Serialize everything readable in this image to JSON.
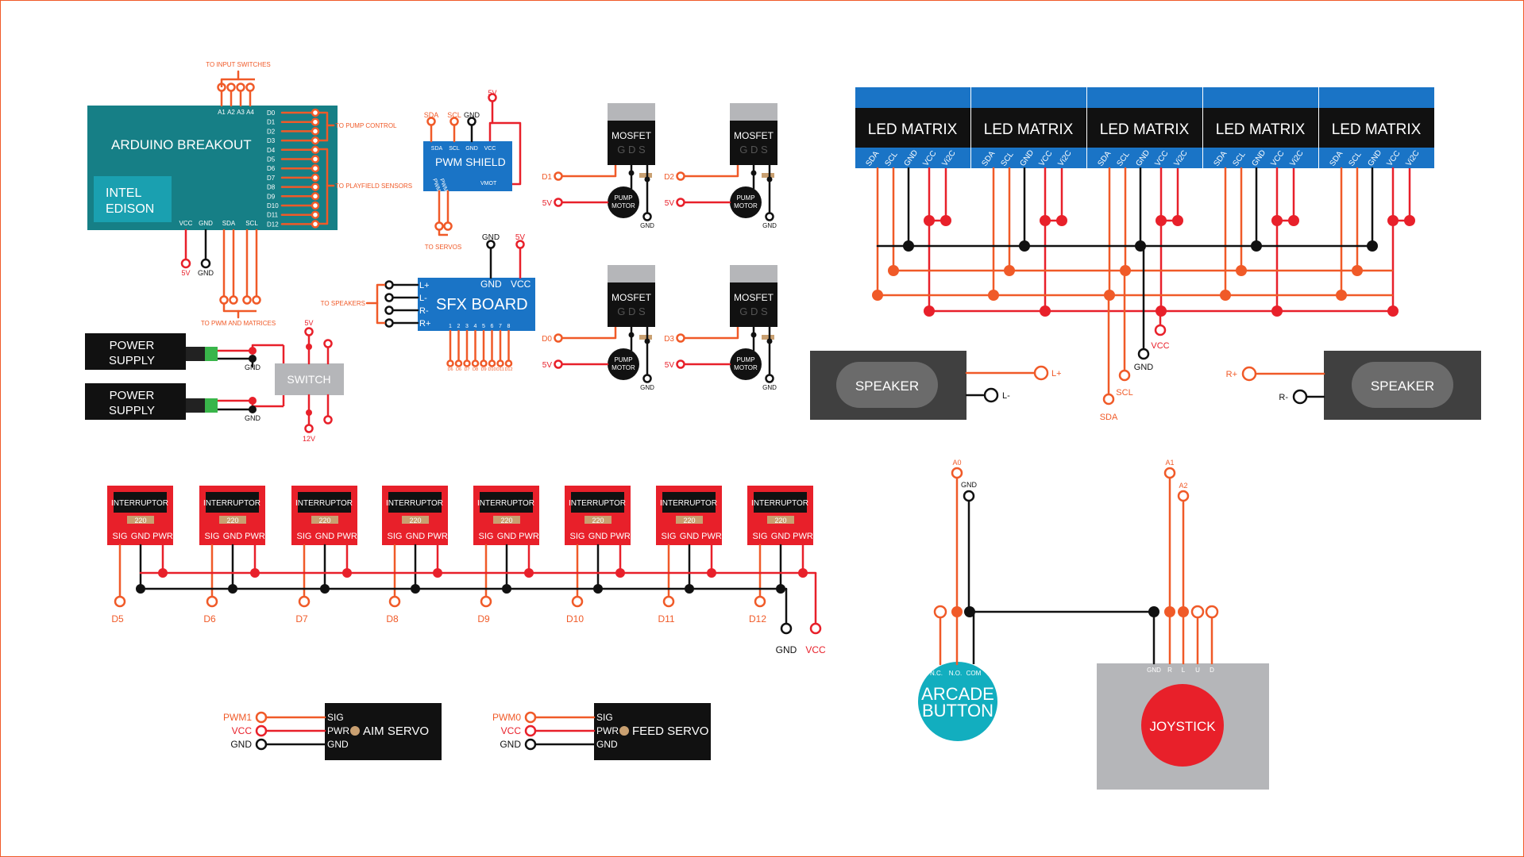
{
  "colors": {
    "orange": "#f05a28",
    "red": "#e8202a",
    "black": "#111111",
    "teal": "#167f86",
    "blue": "#1a74c6",
    "gray": "#b5b6b9",
    "darkgray": "#404040",
    "green": "#39b54a",
    "cyan": "#12aebf"
  },
  "arduino": {
    "title": "ARDUINO BREAKOUT",
    "chip_line1": "INTEL",
    "chip_line2": "EDISON",
    "top_pins": [
      "A1",
      "A2",
      "A3",
      "A4"
    ],
    "d_pins": [
      "D0",
      "D1",
      "D2",
      "D3",
      "D4",
      "D5",
      "D6",
      "D7",
      "D8",
      "D9",
      "D10",
      "D11",
      "D12"
    ],
    "bottom_pins": [
      "VCC",
      "GND",
      "SDA",
      "SCL"
    ],
    "to_input": "TO INPUT SWITCHES",
    "to_pump": "TO PUMP CONTROL",
    "to_playfield": "TO PLAYFIELD SENSORS",
    "to_pwm": "TO PWM AND MATRICES",
    "out_5v": "5V",
    "out_gnd": "GND"
  },
  "pwm_shield": {
    "title": "PWM SHIELD",
    "pins": [
      "SDA",
      "SCL",
      "GND",
      "VCC"
    ],
    "ext": [
      "SDA",
      "SCL",
      "GND"
    ],
    "pwm_labels": [
      "PWM1",
      "PWM0"
    ],
    "vmot": "VMOT",
    "supply": "5V",
    "to_servos": "TO SERVOS"
  },
  "sfx": {
    "title": "SFX BOARD",
    "top": [
      "GND",
      "VCC"
    ],
    "left": [
      "L+",
      "L-",
      "R-",
      "R+"
    ],
    "bottom": [
      "1",
      "2",
      "3",
      "4",
      "5",
      "6",
      "7",
      "8"
    ],
    "bottom_labels": [
      "D6",
      "D6",
      "D7",
      "D8",
      "D9",
      "D10",
      "D11",
      "D12"
    ],
    "gnd": "GND",
    "vcc": "5V",
    "to_speakers": "TO SPEAKERS"
  },
  "power": {
    "ps1": [
      "POWER",
      "SUPPLY"
    ],
    "ps2": [
      "POWER",
      "SUPPLY"
    ],
    "switch": "SWITCH",
    "gnd": "GND",
    "v5": "5V",
    "v12": "12V"
  },
  "mosfets": [
    {
      "title": "MOSFET",
      "gds": "G D S",
      "motor": [
        "PUMP",
        "MOTOR"
      ],
      "sig": "D1",
      "v": "5V",
      "gnd": "GND"
    },
    {
      "title": "MOSFET",
      "gds": "G D S",
      "motor": [
        "PUMP",
        "MOTOR"
      ],
      "sig": "D2",
      "v": "5V",
      "gnd": "GND"
    },
    {
      "title": "MOSFET",
      "gds": "G D S",
      "motor": [
        "PUMP",
        "MOTOR"
      ],
      "sig": "D0",
      "v": "5V",
      "gnd": "GND"
    },
    {
      "title": "MOSFET",
      "gds": "G D S",
      "motor": [
        "PUMP",
        "MOTOR"
      ],
      "sig": "D3",
      "v": "5V",
      "gnd": "GND"
    }
  ],
  "matrices": {
    "label": "LED MATRIX",
    "count": 5,
    "pins": [
      "SDA",
      "SCL",
      "GND",
      "VCC",
      "Vi2C"
    ],
    "vcc": "VCC",
    "gnd": "GND",
    "scl": "SCL",
    "sda": "SDA"
  },
  "speakers": [
    {
      "label": "SPEAKER",
      "p1": "L+",
      "p2": "L-"
    },
    {
      "label": "SPEAKER",
      "p1": "R+",
      "p2": "R-"
    }
  ],
  "interruptors": {
    "label": "INTERRUPTOR",
    "res": "220",
    "pins": [
      "SIG",
      "GND",
      "PWR"
    ],
    "signals": [
      "D5",
      "D6",
      "D7",
      "D8",
      "D9",
      "D10",
      "D11",
      "D12"
    ],
    "gnd": "GND",
    "vcc": "VCC"
  },
  "servos": [
    {
      "label": "AIM SERVO",
      "pins": [
        "SIG",
        "PWR",
        "GND"
      ],
      "ext": [
        "PWM1",
        "VCC",
        "GND"
      ]
    },
    {
      "label": "FEED SERVO",
      "pins": [
        "SIG",
        "PWR",
        "GND"
      ],
      "ext": [
        "PWM0",
        "VCC",
        "GND"
      ]
    }
  ],
  "arcade": {
    "line1": "ARCADE",
    "line2": "BUTTON",
    "pins": [
      "N.C.",
      "N.O.",
      "COM"
    ],
    "a0": "A0",
    "gnd": "GND"
  },
  "joystick": {
    "label": "JOYSTICK",
    "pins": [
      "GND",
      "R",
      "L",
      "U",
      "D"
    ],
    "a1": "A1",
    "a2": "A2"
  }
}
